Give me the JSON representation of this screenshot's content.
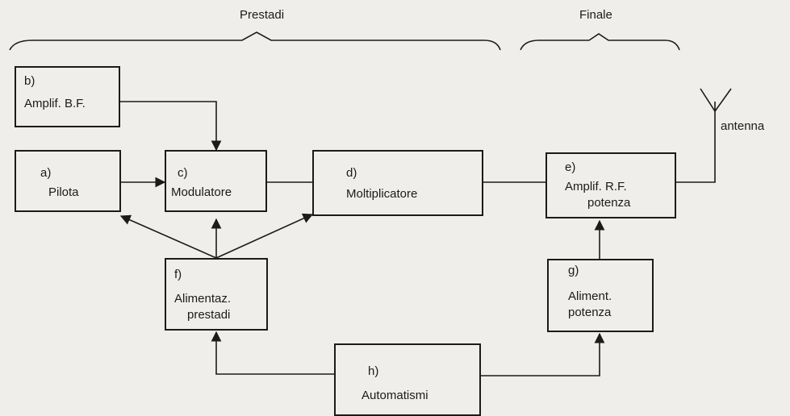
{
  "groups": {
    "prestadi": "Prestadi",
    "finale": "Finale"
  },
  "blocks": {
    "b": {
      "letter": "b)",
      "name": "Amplif. B.F."
    },
    "a": {
      "letter": "a)",
      "name": "Pilota"
    },
    "c": {
      "letter": "c)",
      "name": "Modulatore"
    },
    "d": {
      "letter": "d)",
      "name": "Moltiplicatore"
    },
    "e": {
      "letter": "e)",
      "name1": "Amplif. R.F.",
      "name2": "potenza"
    },
    "f": {
      "letter": "f)",
      "name1": "Alimentaz.",
      "name2": "prestadi"
    },
    "g": {
      "letter": "g)",
      "name1": "Aliment.",
      "name2": "potenza"
    },
    "h": {
      "letter": "h)",
      "name": "Automatismi"
    }
  },
  "antenna_label": "antenna"
}
